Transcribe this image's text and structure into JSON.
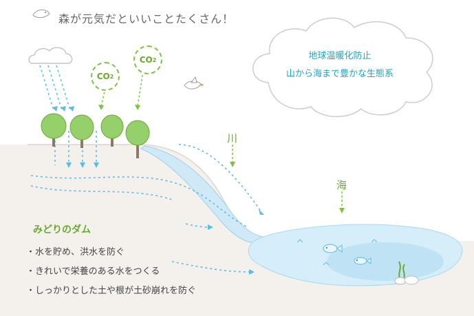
{
  "header": {
    "title": "森が元気だといいことたくさん！"
  },
  "cloud_callout": {
    "line1": "地球温暖化防止",
    "line2": "山から海まで豊かな生態系"
  },
  "co2_labels": [
    {
      "text": "CO",
      "sub": "2"
    },
    {
      "text": "CO",
      "sub": "2"
    }
  ],
  "labels": {
    "river": "川",
    "sea": "海"
  },
  "dam_section": {
    "title": "みどりのダム",
    "items": [
      "・水を貯め、洪水を防ぐ",
      "・きれいで栄養のある水をつくる",
      "・しっかりとした土や根が土砂崩れを防ぐ"
    ]
  },
  "colors": {
    "accent_blue": "#1aa7c8",
    "accent_green": "#6aa832",
    "water": "#bfe3f5",
    "ground": "#f3efea"
  },
  "icons": [
    "bird-icon",
    "rain-cloud-icon",
    "tree-icon",
    "fish-icon",
    "stones-icon",
    "seaweed-icon"
  ]
}
